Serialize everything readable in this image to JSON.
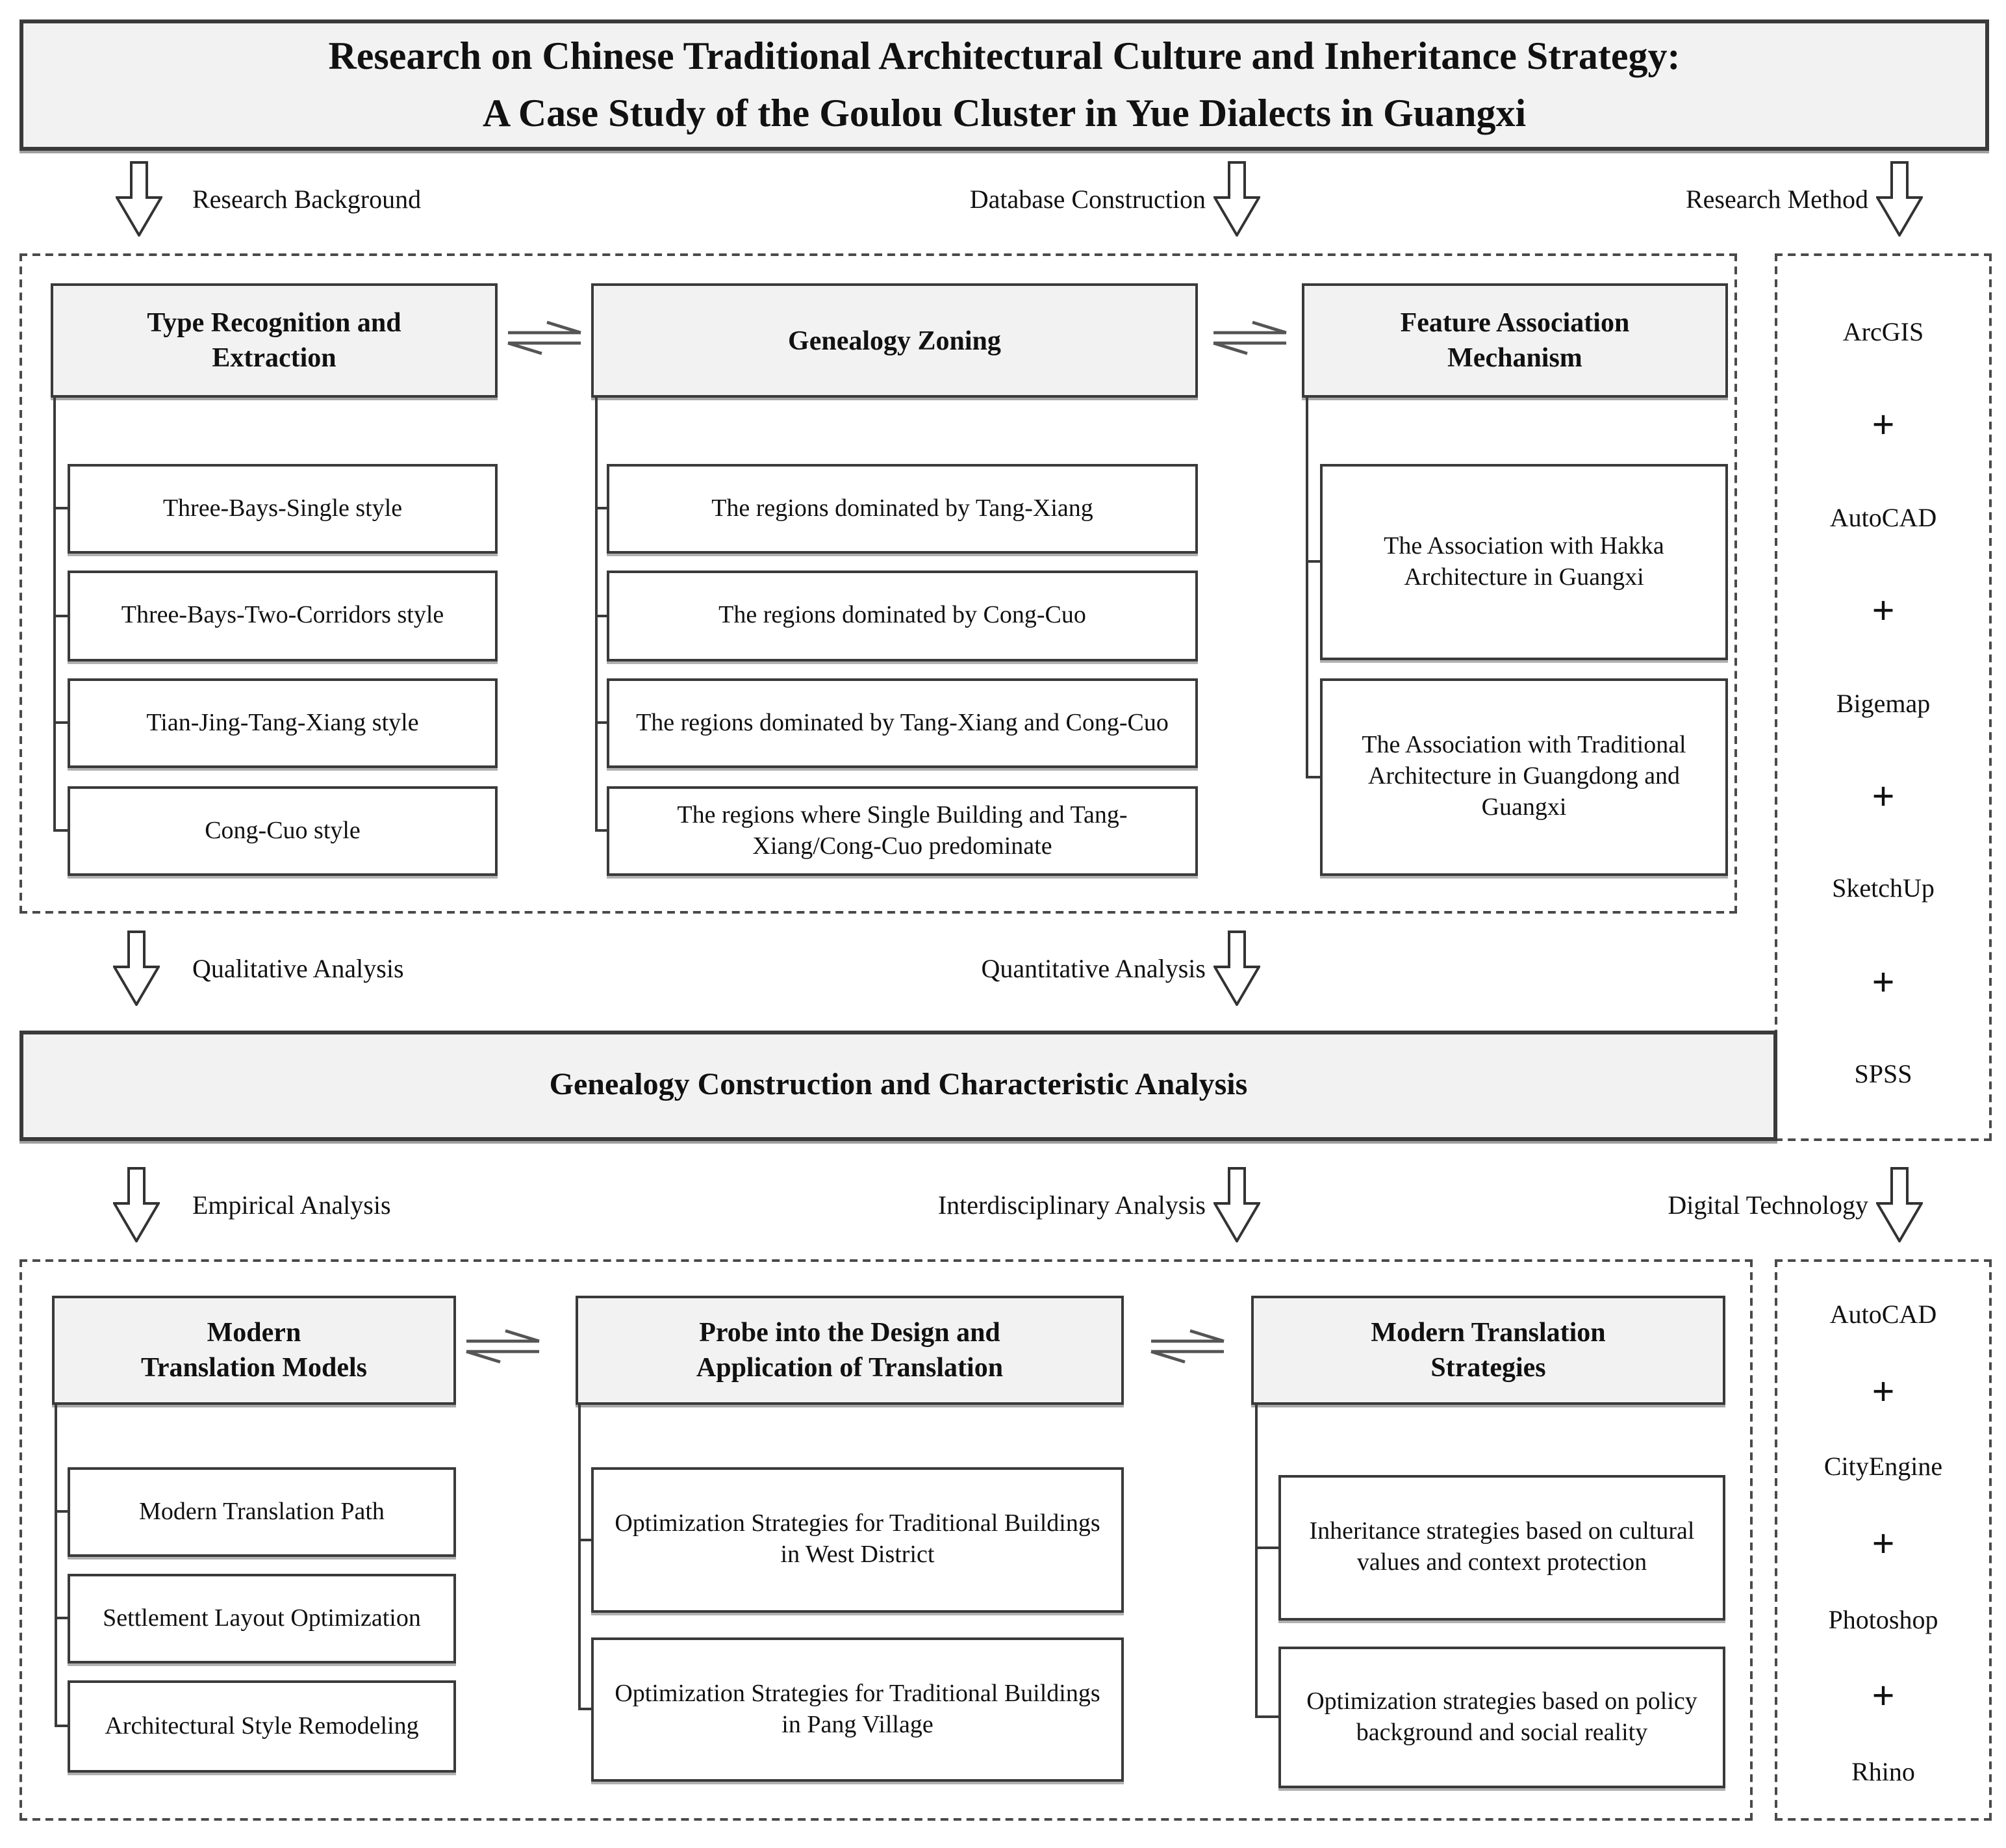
{
  "title": {
    "line1": "Research on Chinese Traditional Architectural Culture and Inheritance Strategy:",
    "line2": "A Case Study of the Goulou Cluster in Yue Dialects in Guangxi"
  },
  "flow_rows": {
    "row1": {
      "left": "Research Background",
      "middle": "Database Construction",
      "right": "Research Method"
    },
    "row2": {
      "left": "Qualitative Analysis",
      "middle": "Quantitative Analysis"
    },
    "row3": {
      "left": "Empirical Analysis",
      "middle": "Interdisciplinary Analysis",
      "right": "Digital Technology"
    }
  },
  "top_section": {
    "columns": [
      {
        "header_lines": [
          "Type Recognition and",
          "Extraction"
        ],
        "items": [
          "Three-Bays-Single style",
          "Three-Bays-Two-Corridors style",
          "Tian-Jing-Tang-Xiang style",
          "Cong-Cuo style"
        ]
      },
      {
        "header_lines": [
          "Genealogy Zoning"
        ],
        "items": [
          "The regions dominated by Tang-Xiang",
          "The regions dominated by Cong-Cuo",
          "The regions dominated by Tang-Xiang and Cong-Cuo",
          "The regions where Single Building and Tang-Xiang/Cong-Cuo predominate"
        ]
      },
      {
        "header_lines": [
          "Feature Association",
          "Mechanism"
        ],
        "items": [
          "The Association with Hakka Architecture in Guangxi",
          "The Association with Traditional Architecture in Guangdong and Guangxi"
        ]
      }
    ],
    "tools_panel": {
      "items": [
        "ArcGIS",
        "AutoCAD",
        "Bigemap",
        "SketchUp",
        "SPSS"
      ],
      "separator": "+"
    }
  },
  "middle_band": {
    "label": "Genealogy Construction and Characteristic Analysis"
  },
  "bottom_section": {
    "columns": [
      {
        "header_lines": [
          "Modern",
          "Translation Models"
        ],
        "items": [
          "Modern Translation Path",
          "Settlement Layout Optimization",
          "Architectural Style Remodeling"
        ]
      },
      {
        "header_lines": [
          "Probe into the Design and",
          "Application of Translation"
        ],
        "items": [
          "Optimization Strategies for Traditional Buildings in West District",
          "Optimization Strategies for Traditional Buildings in Pang Village"
        ]
      },
      {
        "header_lines": [
          "Modern Translation",
          "Strategies"
        ],
        "items": [
          "Inheritance strategies based on cultural values and context protection",
          "Optimization strategies based on policy background and social reality"
        ]
      }
    ],
    "tools_panel": {
      "items": [
        "AutoCAD",
        "CityEngine",
        "Photoshop",
        "Rhino"
      ],
      "separator": "+"
    }
  },
  "colors": {
    "box_fill": "#f2f2f2",
    "border": "#3a3a3a",
    "text": "#111111"
  }
}
